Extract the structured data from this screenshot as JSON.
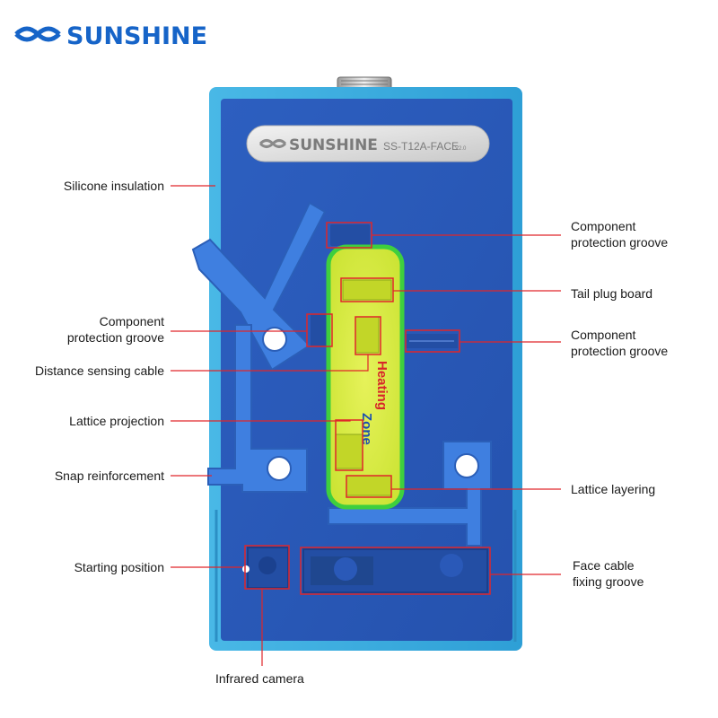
{
  "brand": {
    "logo_text": "SUNSHINE",
    "color": "#1664c8",
    "logo_icon": "sunshine-wave-logo-icon"
  },
  "nameplate": {
    "brand_text": "SUNSHINE",
    "model_text": "SS-T12A-FACE",
    "version_text": "V2.0"
  },
  "heating_zone": {
    "text_line1": "Heating",
    "text_line2": "Zone"
  },
  "labels": {
    "silicone_insulation": "Silicone insulation",
    "component_groove_top_line1": "Component",
    "component_groove_top_line2": "protection groove",
    "tail_plug_board": "Tail plug board",
    "component_groove_left_line1": "Component",
    "component_groove_left_line2": "protection groove",
    "component_groove_right_line1": "Component",
    "component_groove_right_line2": "protection groove",
    "distance_sensing_cable": "Distance sensing cable",
    "lattice_projection": "Lattice projection",
    "snap_reinforcement": "Snap reinforcement",
    "lattice_layering": "Lattice layering",
    "starting_position": "Starting position",
    "face_cable_line1": "Face cable",
    "face_cable_line2": "fixing groove",
    "infrared_camera": "Infrared camera"
  },
  "colors": {
    "frame": "#3aaee0",
    "plate": "#2a59b8",
    "plate_dark": "#1e4aa0",
    "arm": "#3f7fe0",
    "heating_fill": "#d9ee3a",
    "heating_border": "#3ecf3e",
    "callout": "#e0262a",
    "heating_text_red": "#d8262a",
    "heating_text_blue": "#1a4fb0"
  }
}
